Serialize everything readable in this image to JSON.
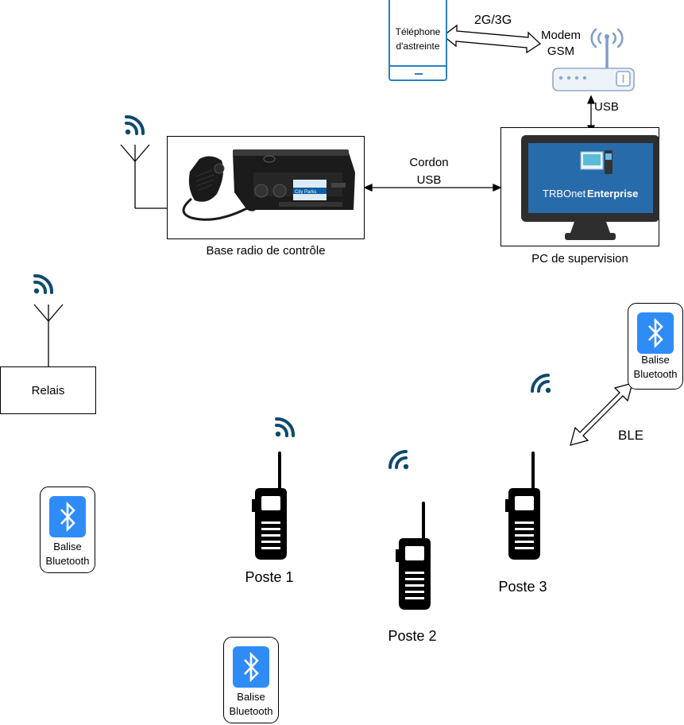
{
  "phone": {
    "line1": "Téléphone",
    "line2": "d'astreinte",
    "button": "—"
  },
  "links": {
    "gsm": "2G/3G",
    "usb_modem": "USB",
    "usb_cable_line1": "Cordon",
    "usb_cable_line2": "USB",
    "ble": "BLE"
  },
  "modem": {
    "line1": "Modem",
    "line2": "GSM"
  },
  "base_radio": {
    "label": "Base radio de contrôle",
    "screen_line": "City Parks"
  },
  "pc": {
    "label": "PC de supervision",
    "screen_brand": "TRBOnet",
    "screen_product": "Enterprise"
  },
  "relay": {
    "label": "Relais"
  },
  "beacons": [
    {
      "line1": "Balise",
      "line2": "Bluetooth"
    },
    {
      "line1": "Balise",
      "line2": "Bluetooth"
    },
    {
      "line1": "Balise",
      "line2": "Bluetooth"
    }
  ],
  "radios": [
    {
      "label": "Poste 1"
    },
    {
      "label": "Poste 2"
    },
    {
      "label": "Poste 3"
    }
  ],
  "colors": {
    "signal": "#0e4a6e",
    "phone_outline": "#2a7fc1",
    "bluetooth": "#2f8cf7",
    "screen_bg": "#1f5d9c",
    "monitor": "#2e2e2e"
  }
}
